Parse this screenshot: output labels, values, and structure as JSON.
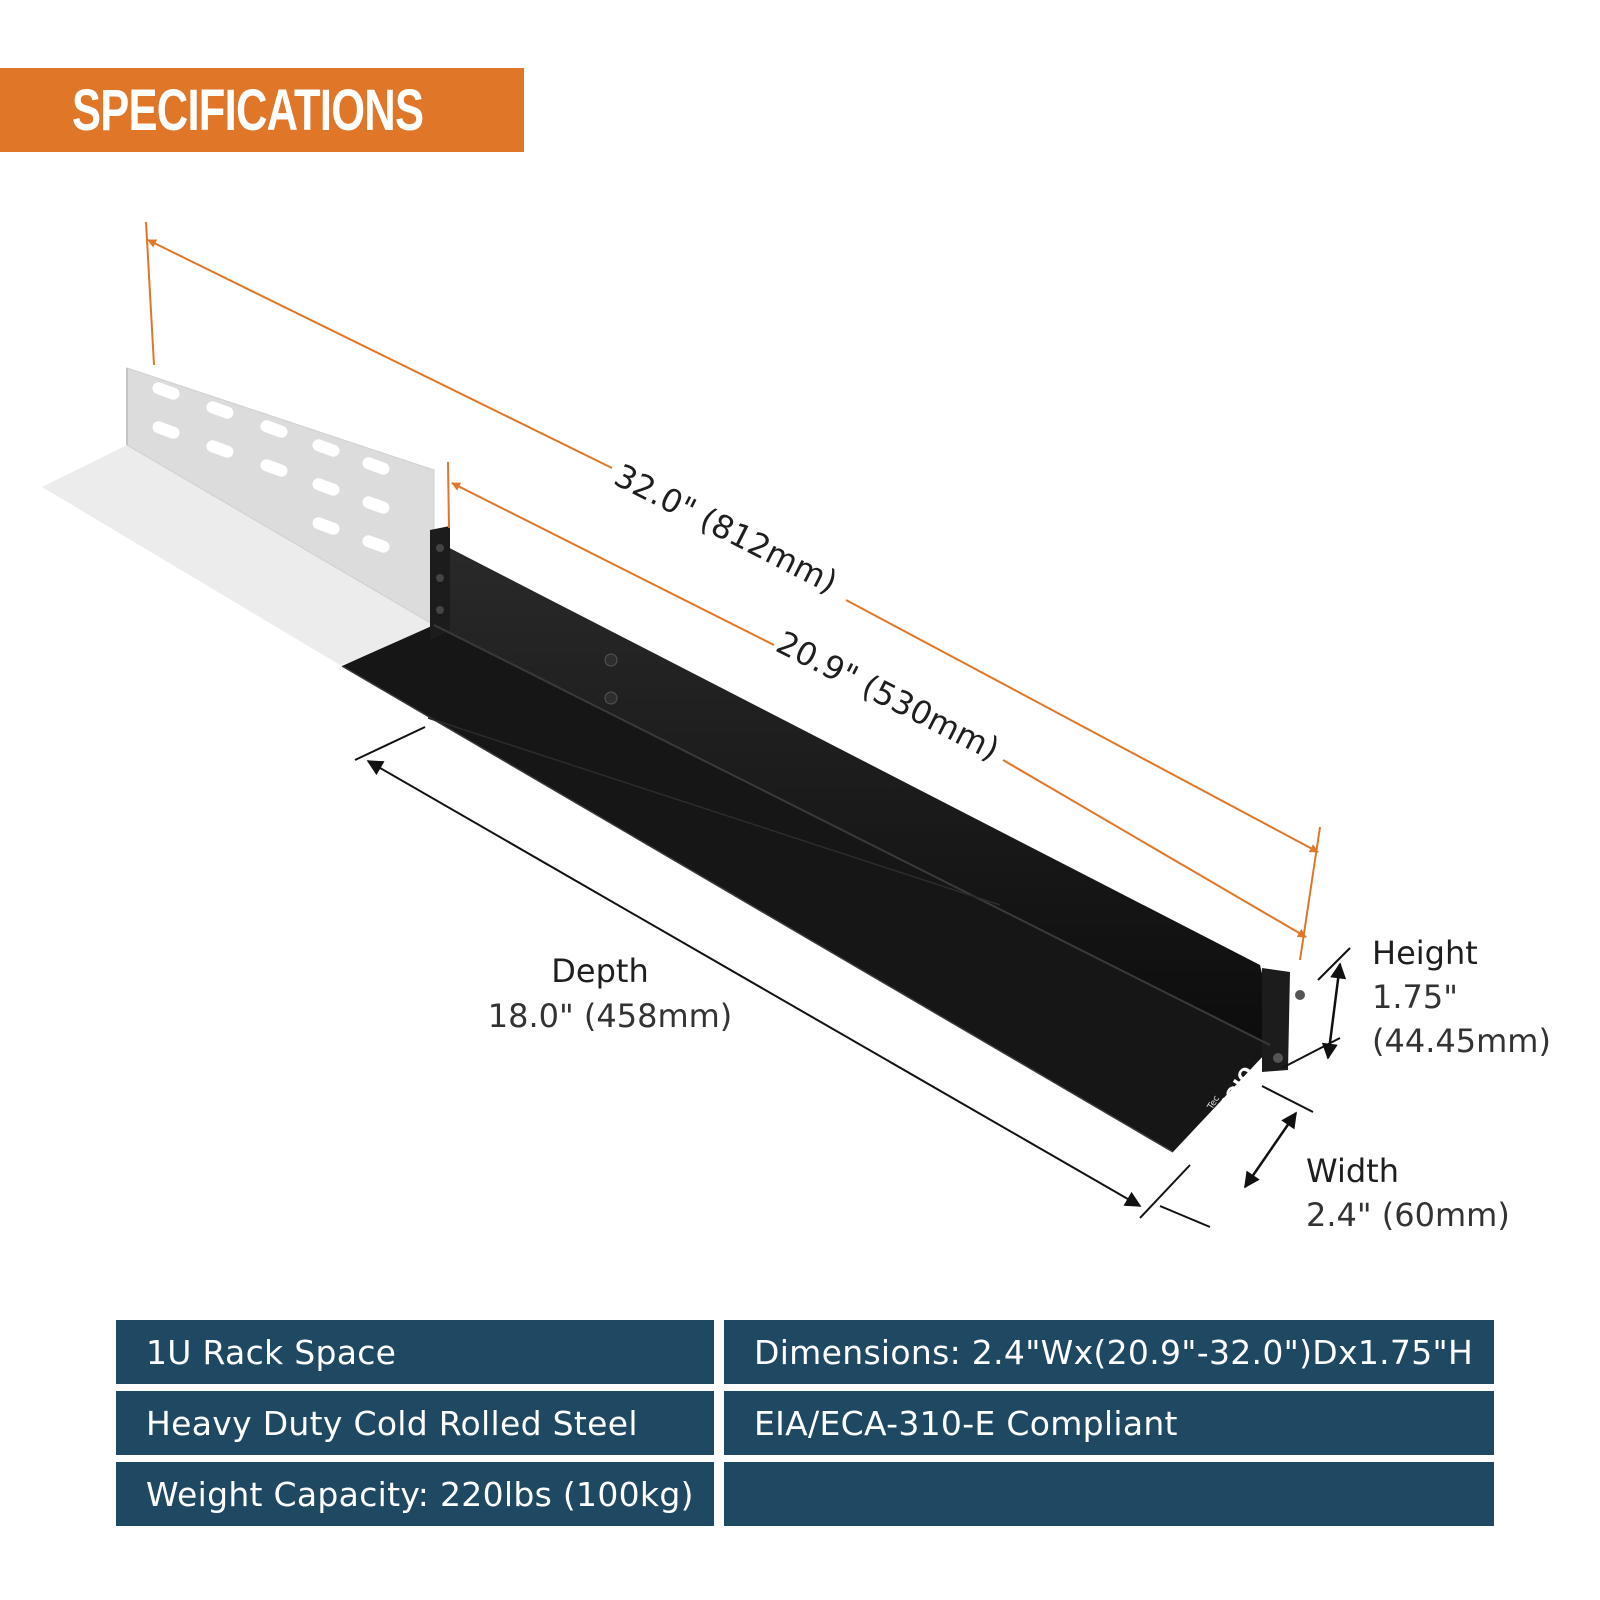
{
  "banner": {
    "title": "SPECIFICATIONS"
  },
  "dimensions": {
    "total_length": "32.0\" (812mm)",
    "rail_length": "20.9\" (530mm)",
    "depth_label": "Depth",
    "depth_value": "18.0\" (458mm)",
    "height_label": "Height",
    "height_value_line1": "1.75\"",
    "height_value_line2": "(44.45mm)",
    "width_label": "Width",
    "width_value": "2.4\" (60mm)"
  },
  "logo": {
    "small": "Tec",
    "main": "MOJO"
  },
  "specs": {
    "row1_left": "1U Rack Space",
    "row1_right": "Dimensions: 2.4\"Wx(20.9\"-32.0\")Dx1.75\"H",
    "row2_left": "Heavy Duty Cold Rolled Steel",
    "row2_right": "EIA/ECA-310-E Compliant",
    "row3_left": "Weight Capacity: 220lbs (100kg)",
    "row3_right": ""
  },
  "colors": {
    "accent_orange": "#e07628",
    "table_blue": "#1f4963",
    "rail_black": "#151515"
  }
}
